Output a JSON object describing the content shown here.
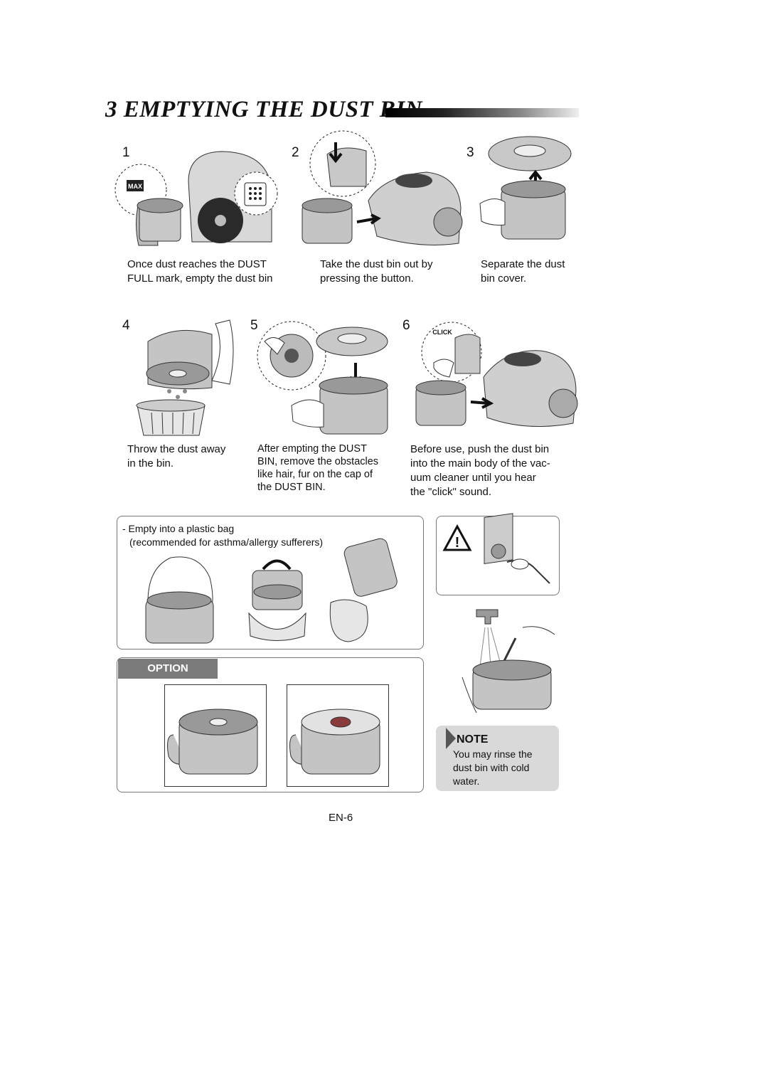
{
  "section": {
    "number": "3",
    "title": "EMPTYING THE DUST BIN"
  },
  "steps": [
    {
      "num": "1",
      "lines": [
        "Once dust reaches the DUST",
        "FULL mark, empty the dust bin"
      ],
      "badge": "MAX"
    },
    {
      "num": "2",
      "lines": [
        "Take the dust bin out by",
        "pressing the button."
      ]
    },
    {
      "num": "3",
      "lines": [
        "Separate the dust",
        "bin cover."
      ]
    },
    {
      "num": "4",
      "lines": [
        "Throw the dust away",
        "in the bin."
      ]
    },
    {
      "num": "5",
      "lines": [
        "After empting the DUST",
        "BIN, remove the obstacles",
        "like hair, fur on the cap of",
        "the DUST BIN."
      ]
    },
    {
      "num": "6",
      "lines": [
        "Before use, push the dust bin",
        "into the main body of the vac-",
        "uum cleaner until you hear",
        "the \"click\" sound."
      ],
      "badge": "CLICK"
    }
  ],
  "plastic_bag": {
    "line1": "- Empty into a plastic bag",
    "line2": "(recommended for asthma/allergy sufferers)"
  },
  "option": {
    "label": "OPTION"
  },
  "note": {
    "title": "NOTE",
    "lines": [
      "You may rinse the",
      "dust bin with cold",
      "water."
    ]
  },
  "page_number": "EN-6",
  "colors": {
    "text": "#111111",
    "tab": "#7a7a7a",
    "note_bg": "#d9d9d9",
    "panel_border": "#777777"
  }
}
